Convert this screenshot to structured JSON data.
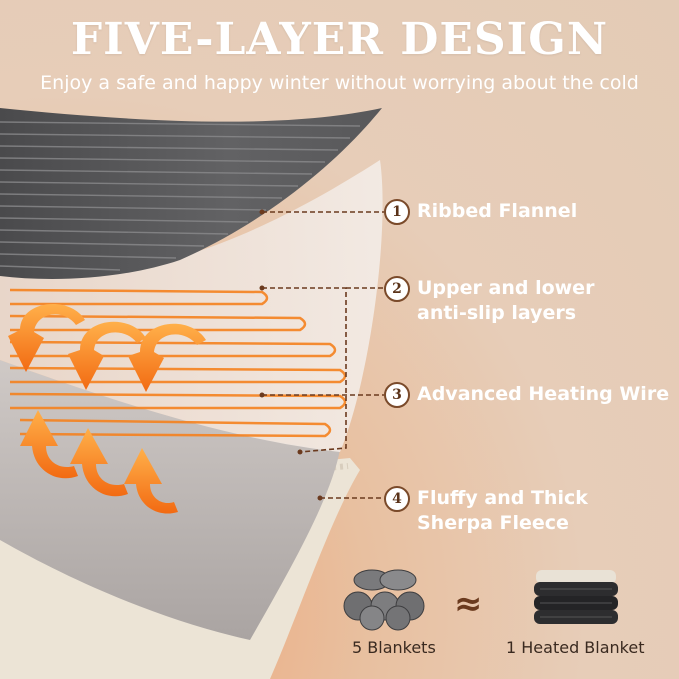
{
  "header": {
    "title": "FIVE-LAYER DESIGN",
    "subtitle": "Enjoy a safe and happy winter without worrying about the cold"
  },
  "layers": [
    {
      "number": "1",
      "line1": "Ribbed Flannel",
      "line2": ""
    },
    {
      "number": "2",
      "line1": "Upper and lower",
      "line2": "anti-slip layers"
    },
    {
      "number": "3",
      "line1": "Advanced Heating Wire",
      "line2": ""
    },
    {
      "number": "4",
      "line1": "Fluffy and Thick",
      "line2": "Sherpa Fleece"
    }
  ],
  "comparison": {
    "left_caption": "5 Blankets",
    "symbol": "≈",
    "right_caption": "1 Heated Blanket"
  },
  "colors": {
    "accent": "#7a4a2a",
    "heat": "#f5821f",
    "flannel": "#5a5a5c",
    "sherpa": "#ece4d6"
  }
}
